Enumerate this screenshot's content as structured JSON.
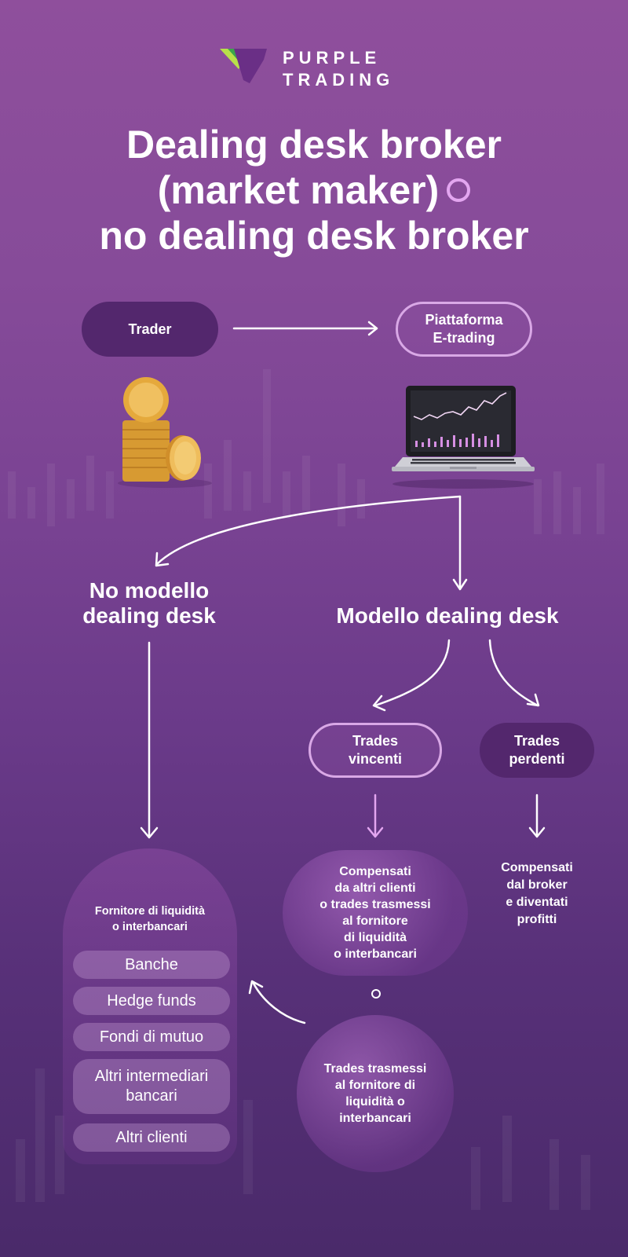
{
  "brand": {
    "line1": "PURPLE",
    "line2": "TRADING"
  },
  "title": {
    "line1": "Dealing desk broker",
    "line2": "(market maker)",
    "line3": "no dealing desk broker"
  },
  "nodes": {
    "trader": "Trader",
    "platform_line1": "Piattaforma",
    "platform_line2": "E-trading",
    "no_dealing_line1": "No modello",
    "no_dealing_line2": "dealing desk",
    "dealing_model": "Modello dealing desk",
    "winning_line1": "Trades",
    "winning_line2": "vincenti",
    "losing_line1": "Trades",
    "losing_line2": "perdenti",
    "compensated_other": [
      "Compensati",
      "da altri clienti",
      "o trades trasmessi",
      "al fornitore",
      "di liquidità",
      "o interbancari"
    ],
    "compensated_broker": [
      "Compensati",
      "dal broker",
      "e diventati",
      "profitti"
    ],
    "transmitted": [
      "Trades trasmessi",
      "al fornitore di",
      "liquidità o",
      "interbancari"
    ]
  },
  "provider": {
    "title_line1": "Fornitore di liquidità",
    "title_line2": "o interbancari",
    "items": [
      "Banche",
      "Hedge funds",
      "Fondi di mutuo",
      "Altri intermediari bancari",
      "Altri clienti"
    ]
  },
  "icons": {
    "logo": "purple-trading-logo",
    "coins": "coins-icon",
    "laptop": "laptop-chart-icon"
  },
  "colors": {
    "accent_pink": "#e3a6f0",
    "dark_pill": "#53276d",
    "coin_gold": "#e5a93c"
  }
}
